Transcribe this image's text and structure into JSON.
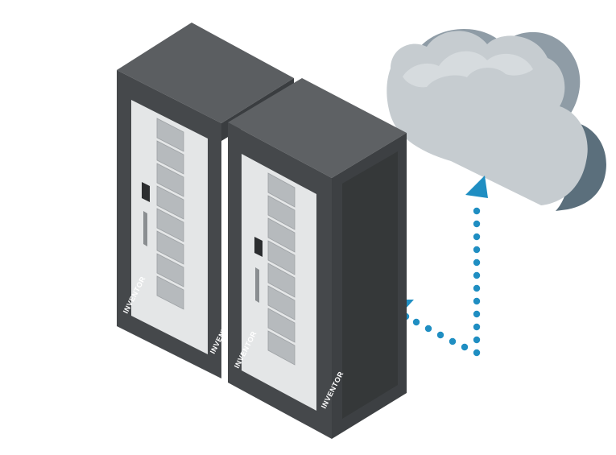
{
  "scene": {
    "brand_label": "INVENTOR",
    "racks": [
      {
        "name": "rack-left",
        "brand": "INVENTOR"
      },
      {
        "name": "rack-right",
        "brand": "INVENTOR"
      }
    ],
    "cloud": {
      "name": "cloud"
    },
    "connection": {
      "style": "dotted",
      "direction": "bidirectional"
    }
  },
  "colors": {
    "rack_dark": "#4a4d50",
    "rack_top": "#5b5e61",
    "door_panel": "#e6e8e9",
    "drive_slot": "#b9bcbe",
    "cloud_light": "#c6ccd0",
    "cloud_shadow": "#5b6f7c",
    "arrow": "#1f8ec2",
    "brand_accent": "#7a3fa0"
  },
  "icons": [
    "server-rack-icon",
    "cloud-icon",
    "arrow-up-icon",
    "arrow-left-icon"
  ]
}
